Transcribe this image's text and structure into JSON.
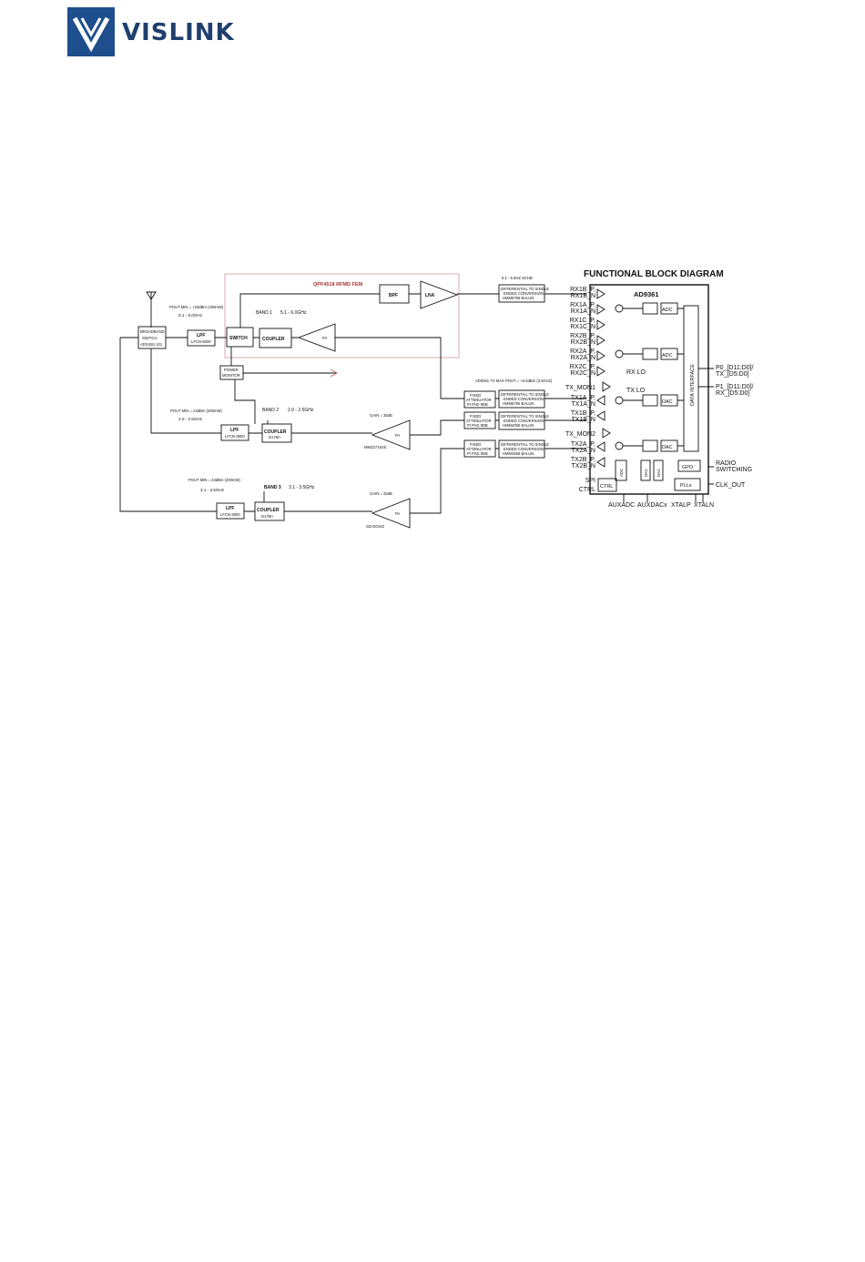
{
  "brand": {
    "name": "VISLINK",
    "logo_icon": "vislink-v-icon",
    "color": "#1f4e8c"
  },
  "diagram": {
    "title": "FUNCTIONAL BLOCK DIAGRAM",
    "chip_name": "AD9361",
    "data_interface": "DATA INTERFACE",
    "fem_label": "QPF4518 RFMD FEM",
    "freq_band_top": "5.1 - 6.0HZ SCHB",
    "broadband_switch": [
      "BROADBAND",
      "SWITCH",
      "ADG491 101"
    ],
    "lpf1": {
      "title": "LPF",
      "part": "LFCN-5000"
    },
    "lpf2": {
      "title": "LPF",
      "part": "LFCN-3600"
    },
    "lpf3": {
      "title": "LPF",
      "part": "LFCN-3600"
    },
    "switch_label": "SWITCH",
    "coupler1": "COUPLER",
    "coupler2": [
      "COUPLER",
      "D17M+"
    ],
    "coupler3": [
      "COUPLER",
      "D17M+"
    ],
    "bpf": "BPF",
    "lna": "LNA",
    "pa": "PA",
    "power_monitor": [
      "POWER",
      "MONITOR"
    ],
    "pout1": "POUT MIN = +23dBm (200mW)",
    "pout1_freq": "5.1 - 6.0GHz",
    "pout2": "POUT MIN = 23dBm (200mW)",
    "pout2_freq": "2.0 - 2.5GHz",
    "pout3": "POUT MIN = 23dBm (200mW)",
    "pout3_freq": "3.1 - 3.5GHz",
    "band1": "BAND 1",
    "band1_freq": "5.1 - 6.0GHz",
    "band2": "BAND 2",
    "band2_freq": "2.0 - 2.5GHz",
    "band3": "BAND 3",
    "band3_freq": "3.1 - 3.5GHz",
    "gain2": "GAIN = 35dB",
    "gain3": "GAIN = 25dB",
    "pa2_part": "MMZ2715SS",
    "pa3_part": "SZA2044Z",
    "ad_note": "AD9361 TX MAX POUT = +6.5dBm (3.5GHz)",
    "atten": [
      "FIXED",
      "ATTENUATOR",
      "PI PAD 9DB"
    ],
    "balun_rx": [
      "DIFFERENTIAL TO SINGLE",
      "ENDED CONVERSION",
      "HMM6785 BALUN"
    ],
    "balun_tx1": [
      "DIFFERENTIAL TO SINGLE",
      "ENDED CONVERSION",
      "HMM6755 BALUN"
    ],
    "balun_tx2": [
      "DIFFERENTIAL TO SINGLE",
      "ENDED CONVERSION",
      "HMM4055 BALUN"
    ],
    "balun_tx3": [
      "DIFFERENTIAL TO SINGLE",
      "ENDED CONVERSION",
      "HMM4555 BALUN"
    ],
    "pins_left": [
      [
        "RX1B_P,",
        "RX1B_N"
      ],
      [
        "RX1A_P,",
        "RX1A_N"
      ],
      [
        "RX1C_P,",
        "RX1C_N"
      ],
      [
        "RX2B_P,",
        "RX2B_N"
      ],
      [
        "RX2A_P,",
        "RX2A_N"
      ],
      [
        "RX2C_P,",
        "RX2C_N"
      ],
      [
        "TX_MON1"
      ],
      [
        "TX1A_P,",
        "TX1A_N"
      ],
      [
        "TX1B_P,",
        "TX1B_N"
      ],
      [
        "TX_MON2"
      ],
      [
        "TX2A_P,",
        "TX2A_N"
      ],
      [
        "TX2B_P,",
        "TX2B_N"
      ],
      [
        "SPI"
      ],
      [
        "CTRL"
      ]
    ],
    "rx_lo": "RX LO",
    "tx_lo": "TX LO",
    "adc": "ADC",
    "dac": "DAC",
    "ctrl": "CTRL",
    "gpo": "GPO",
    "plls": "PLLs",
    "pins_right": {
      "p0": [
        "P0_[D11:D0]/",
        "TX_[D5:D0]"
      ],
      "p1": [
        "P1_[D11:D0]/",
        "RX_[D5:D0]"
      ],
      "radio": [
        "RADIO",
        "SWITCHING"
      ],
      "clk": "CLK_OUT"
    },
    "pins_bottom": [
      "AUXADC",
      "AUXDACx",
      "XTALP",
      "XTALN"
    ]
  }
}
